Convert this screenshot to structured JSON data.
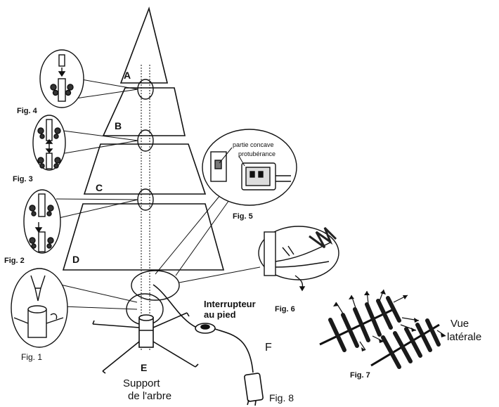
{
  "sections": {
    "A": "A",
    "B": "B",
    "C": "C",
    "D": "D",
    "E": "E",
    "F": "F"
  },
  "figures": {
    "fig1": "Fig. 1",
    "fig2": "Fig. 2",
    "fig3": "Fig. 3",
    "fig4": "Fig. 4",
    "fig5": "Fig. 5",
    "fig6": "Fig. 6",
    "fig7": "Fig. 7",
    "fig8": "Fig. 8"
  },
  "labels": {
    "stand_line1": "Support",
    "stand_line2": "de l'arbre",
    "switch_line1": "Interrupteur",
    "switch_line2": "au pied",
    "concave": "partie concave",
    "protrusion": "protubérance",
    "side_view_line1": "Vue",
    "side_view_line2": "latérale"
  }
}
